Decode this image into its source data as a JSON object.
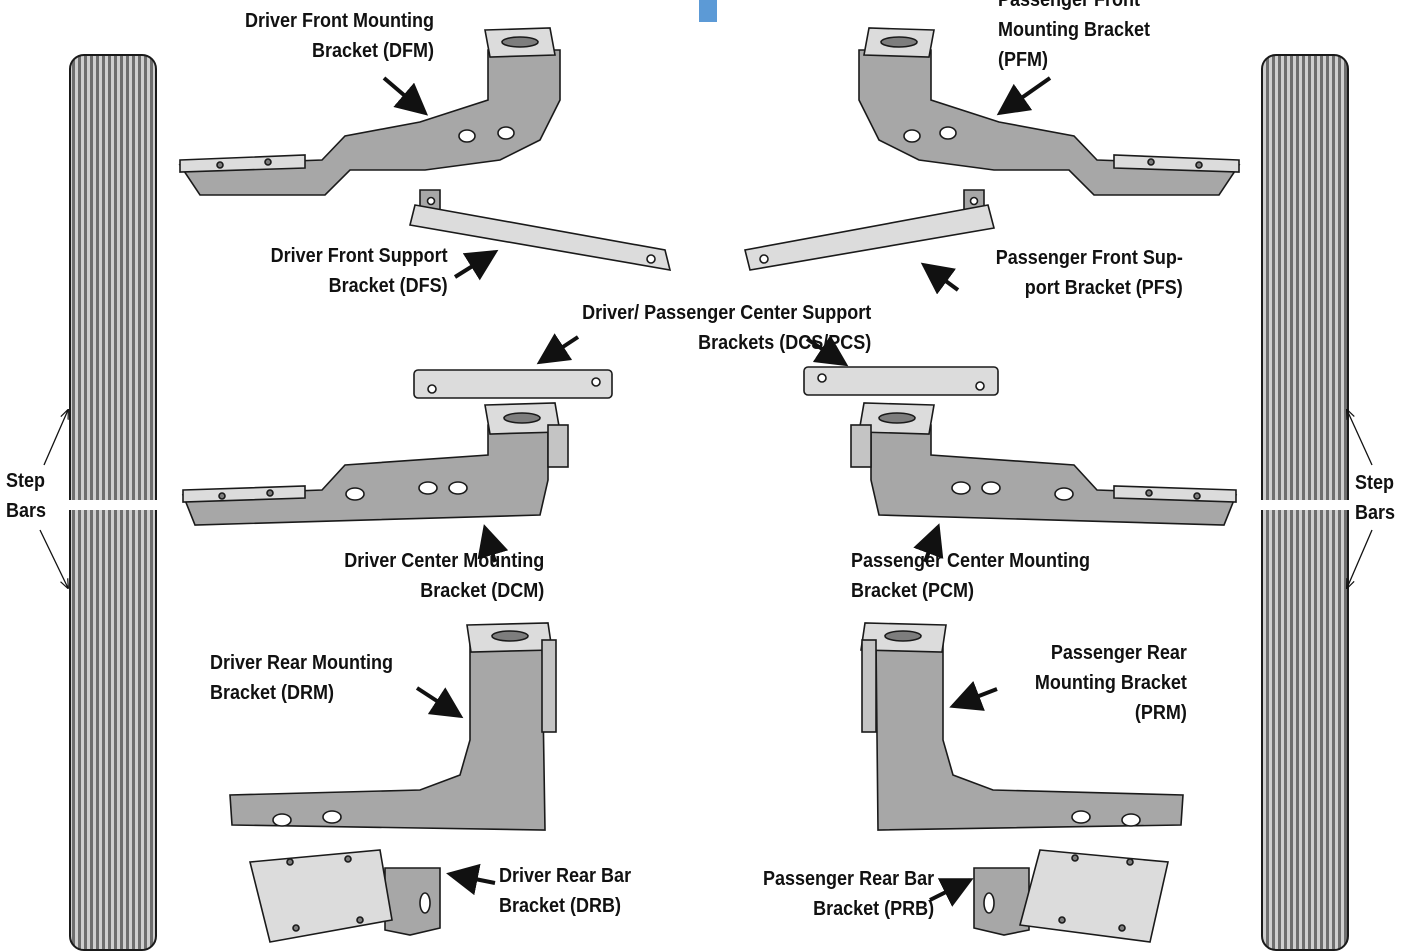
{
  "colors": {
    "part": "#a7a7a7",
    "part_dark": "#7d7d7d",
    "part_light": "#dcdcdc",
    "outline": "#1a1a1a",
    "accent": "#5c9ad6"
  },
  "labels": {
    "dfm": [
      "Driver Front Mounting",
      "Bracket (DFM)"
    ],
    "pfm": [
      "Passenger Front",
      "Mounting Bracket",
      "(PFM)"
    ],
    "dfs": [
      "Driver Front Support",
      "Bracket (DFS)"
    ],
    "pfs": [
      "Passenger Front Sup-",
      "port Bracket (PFS)"
    ],
    "center_support": [
      "Driver/ Passenger Center Support",
      "Brackets (DCS/PCS)"
    ],
    "step_bars_left": [
      "Step",
      "Bars"
    ],
    "step_bars_right": [
      "Step",
      "Bars"
    ],
    "dcm": [
      "Driver Center Mounting",
      "Bracket (DCM)"
    ],
    "pcm": [
      "Passenger Center Mounting",
      "Bracket (PCM)"
    ],
    "drm": [
      "Driver Rear Mounting",
      "Bracket (DRM)"
    ],
    "prm": [
      "Passenger Rear",
      "Mounting Bracket",
      "(PRM)"
    ],
    "drb": [
      "Driver Rear Bar",
      "Bracket (DRB)"
    ],
    "prb": [
      "Passenger Rear Bar",
      "Bracket (PRB)"
    ]
  }
}
